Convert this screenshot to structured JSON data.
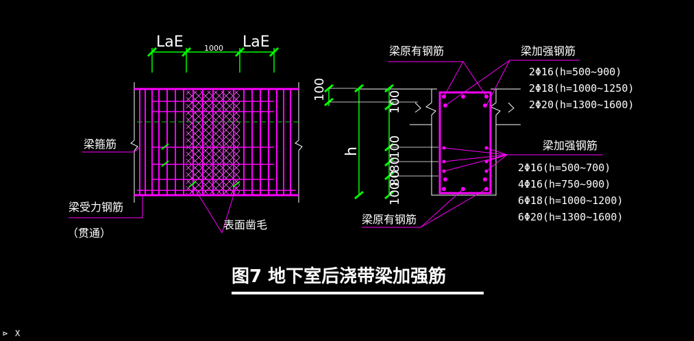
{
  "colors": {
    "background": "#000000",
    "rebar": "#ff00ff",
    "dimension": "#00ff00",
    "leader": "#ff00ff",
    "hatch": "#ff66ff",
    "text": "#ffffff",
    "centerline": "#00cc00"
  },
  "left_view": {
    "dim_lae_left": "LaE",
    "dim_middle": "1000",
    "dim_lae_right": "LaE",
    "label_stirrup": "梁箍筋",
    "label_main_bar_1": "梁受力钢筋",
    "label_main_bar_2": "（贯通）",
    "label_surface": "表面凿毛"
  },
  "right_view": {
    "dim_top_outer": "100",
    "dim_top_inner": "100",
    "dim_h": "h",
    "dim_stack": "100",
    "dim_stack_2": "80",
    "dim_stack_3": "80",
    "dim_stack_4": "100",
    "label_orig_top": "梁原有钢筋",
    "label_add_top": "梁加强钢筋",
    "add_top_specs": [
      "2Φ16(h=500~900)",
      "2Φ18(h=1000~1250)",
      "2Φ20(h=1300~1600)"
    ],
    "label_add_side": "梁加强钢筋",
    "add_side_specs": [
      "2Φ16(h=500~700)",
      "4Φ16(h=750~900)",
      "6Φ18(h=1000~1200)",
      "6Φ20(h=1300~1600)"
    ],
    "label_orig_bottom": "梁原有钢筋"
  },
  "title": "图7  地下室后浇带梁加强筋",
  "status": {
    "prompt_icon": "command-prompt-icon",
    "close_icon": "close-icon",
    "prompt_glyph": "⊳",
    "close_glyph": "X"
  }
}
